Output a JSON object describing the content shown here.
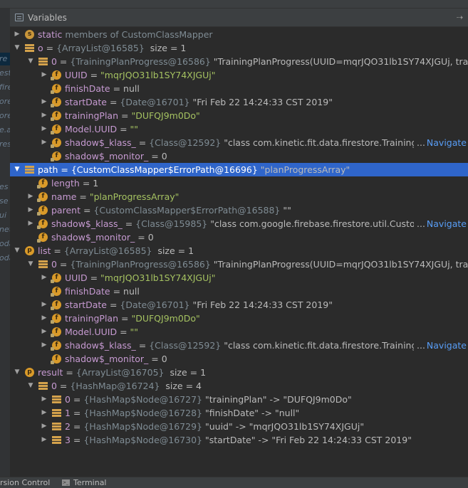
{
  "panel": {
    "title": "Variables",
    "hide_glyph": "⇢"
  },
  "left_fragments": [
    "re",
    "est",
    "fire",
    "ore",
    "ore",
    "e.a",
    "res",
    "es",
    "se",
    "ui",
    "net",
    "oda",
    "oda"
  ],
  "rows": [
    {
      "indent": 0,
      "arrow": "right",
      "icon": "s",
      "name": "static",
      "eq": " ",
      "type": "",
      "value": "members of CustomClassMapper",
      "vstyle": "plain-tp"
    },
    {
      "indent": 0,
      "arrow": "down",
      "icon": "bars",
      "name": "o",
      "eq": " = ",
      "type": "{ArrayList@16585}",
      "value": "  size = 1",
      "vstyle": "plain"
    },
    {
      "indent": 1,
      "arrow": "down",
      "icon": "bars",
      "name": "0",
      "eq": " = ",
      "type": "{TrainingPlanProgress@16586}",
      "value": " \"TrainingPlanProgress(UUID=mqrJQO31lb1SY74XJGUj, trai",
      "vstyle": "plain"
    },
    {
      "indent": 2,
      "arrow": "right",
      "icon": "f-lock",
      "name": "UUID",
      "eq": " = ",
      "type": "",
      "value": "\"mqrJQO31lb1SY74XJGUj\"",
      "vstyle": "str"
    },
    {
      "indent": 2,
      "arrow": "",
      "icon": "f-lock",
      "name": "finishDate",
      "eq": " = ",
      "type": "",
      "value": "null",
      "vstyle": "plain"
    },
    {
      "indent": 2,
      "arrow": "right",
      "icon": "f-lock",
      "name": "startDate",
      "eq": " = ",
      "type": "{Date@16701}",
      "value": " \"Fri Feb 22 14:24:33 CST 2019\"",
      "vstyle": "plain"
    },
    {
      "indent": 2,
      "arrow": "right",
      "icon": "f-lock",
      "name": "trainingPlan",
      "eq": " = ",
      "type": "",
      "value": "\"DUFQJ9m0Do\"",
      "vstyle": "str"
    },
    {
      "indent": 2,
      "arrow": "right",
      "icon": "f-lock",
      "name": "Model.UUID",
      "eq": " = ",
      "type": "",
      "value": "\"\"",
      "vstyle": "str"
    },
    {
      "indent": 2,
      "arrow": "right",
      "icon": "f-lock",
      "name": "shadow$_klass_",
      "eq": " = ",
      "type": "{Class@12592}",
      "value": " \"class com.kinetic.fit.data.firestore.TrainingPl",
      "vstyle": "plain",
      "nav": "Navigate"
    },
    {
      "indent": 2,
      "arrow": "",
      "icon": "f-lock",
      "name": "shadow$_monitor_",
      "eq": " = ",
      "type": "",
      "value": "0",
      "vstyle": "plain"
    },
    {
      "indent": 0,
      "arrow": "down",
      "icon": "bars",
      "name": "path",
      "eq": " = ",
      "type": "{CustomClassMapper$ErrorPath@16696}",
      "value": " \"planProgressArray\"",
      "vstyle": "plain",
      "selected": true
    },
    {
      "indent": 1,
      "arrow": "",
      "icon": "f-lock",
      "name": "length",
      "eq": " = ",
      "type": "",
      "value": "1",
      "vstyle": "plain"
    },
    {
      "indent": 1,
      "arrow": "right",
      "icon": "f-lock",
      "name": "name",
      "eq": " = ",
      "type": "",
      "value": "\"planProgressArray\"",
      "vstyle": "str"
    },
    {
      "indent": 1,
      "arrow": "right",
      "icon": "f-lock",
      "name": "parent",
      "eq": " = ",
      "type": "{CustomClassMapper$ErrorPath@16588}",
      "value": " \"\"",
      "vstyle": "plain"
    },
    {
      "indent": 1,
      "arrow": "right",
      "icon": "f-lock",
      "name": "shadow$_klass_",
      "eq": " = ",
      "type": "{Class@15985}",
      "value": " \"class com.google.firebase.firestore.util.Custom(",
      "vstyle": "plain",
      "nav": "Navigate"
    },
    {
      "indent": 1,
      "arrow": "",
      "icon": "f-lock",
      "name": "shadow$_monitor_",
      "eq": " = ",
      "type": "",
      "value": "0",
      "vstyle": "plain"
    },
    {
      "indent": 0,
      "arrow": "down",
      "icon": "p",
      "name": "list",
      "eq": " = ",
      "type": "{ArrayList@16585}",
      "value": "  size = 1",
      "vstyle": "plain"
    },
    {
      "indent": 1,
      "arrow": "down",
      "icon": "bars",
      "name": "0",
      "eq": " = ",
      "type": "{TrainingPlanProgress@16586}",
      "value": " \"TrainingPlanProgress(UUID=mqrJQO31lb1SY74XJGUj, trai",
      "vstyle": "plain"
    },
    {
      "indent": 2,
      "arrow": "right",
      "icon": "f-lock",
      "name": "UUID",
      "eq": " = ",
      "type": "",
      "value": "\"mqrJQO31lb1SY74XJGUj\"",
      "vstyle": "str"
    },
    {
      "indent": 2,
      "arrow": "",
      "icon": "f-lock",
      "name": "finishDate",
      "eq": " = ",
      "type": "",
      "value": "null",
      "vstyle": "plain"
    },
    {
      "indent": 2,
      "arrow": "right",
      "icon": "f-lock",
      "name": "startDate",
      "eq": " = ",
      "type": "{Date@16701}",
      "value": " \"Fri Feb 22 14:24:33 CST 2019\"",
      "vstyle": "plain"
    },
    {
      "indent": 2,
      "arrow": "right",
      "icon": "f-lock",
      "name": "trainingPlan",
      "eq": " = ",
      "type": "",
      "value": "\"DUFQJ9m0Do\"",
      "vstyle": "str"
    },
    {
      "indent": 2,
      "arrow": "right",
      "icon": "f-lock",
      "name": "Model.UUID",
      "eq": " = ",
      "type": "",
      "value": "\"\"",
      "vstyle": "str"
    },
    {
      "indent": 2,
      "arrow": "right",
      "icon": "f-lock",
      "name": "shadow$_klass_",
      "eq": " = ",
      "type": "{Class@12592}",
      "value": " \"class com.kinetic.fit.data.firestore.TrainingPl",
      "vstyle": "plain",
      "nav": "Navigate"
    },
    {
      "indent": 2,
      "arrow": "",
      "icon": "f-lock",
      "name": "shadow$_monitor_",
      "eq": " = ",
      "type": "",
      "value": "0",
      "vstyle": "plain"
    },
    {
      "indent": 0,
      "arrow": "down",
      "icon": "p",
      "name": "result",
      "eq": " = ",
      "type": "{ArrayList@16705}",
      "value": "  size = 1",
      "vstyle": "plain"
    },
    {
      "indent": 1,
      "arrow": "down",
      "icon": "bars",
      "name": "0",
      "eq": " = ",
      "type": "{HashMap@16724}",
      "value": "  size = 4",
      "vstyle": "plain"
    },
    {
      "indent": 2,
      "arrow": "right",
      "icon": "bars",
      "name": "0",
      "eq": " = ",
      "type": "{HashMap$Node@16727}",
      "value": " \"trainingPlan\" -> \"DUFQJ9m0Do\"",
      "vstyle": "plain"
    },
    {
      "indent": 2,
      "arrow": "right",
      "icon": "bars",
      "name": "1",
      "eq": " = ",
      "type": "{HashMap$Node@16728}",
      "value": " \"finishDate\" -> \"null\"",
      "vstyle": "plain"
    },
    {
      "indent": 2,
      "arrow": "right",
      "icon": "bars",
      "name": "2",
      "eq": " = ",
      "type": "{HashMap$Node@16729}",
      "value": " \"uuid\" -> \"mqrJQO31lb1SY74XJGUj\"",
      "vstyle": "plain"
    },
    {
      "indent": 2,
      "arrow": "right",
      "icon": "bars",
      "name": "3",
      "eq": " = ",
      "type": "{HashMap$Node@16730}",
      "value": " \"startDate\" -> \"Fri Feb 22 14:24:33 CST 2019\"",
      "vstyle": "plain"
    }
  ],
  "bottom_bar": {
    "version_control": "rsion Control",
    "terminal": "Terminal"
  },
  "colors": {
    "background": "#2b2b2b",
    "selection": "#2f65ca",
    "name": "#c69ad1",
    "string": "#a5c261",
    "type": "#7f8c94",
    "link": "#589df6",
    "icon": "#d99a29"
  }
}
